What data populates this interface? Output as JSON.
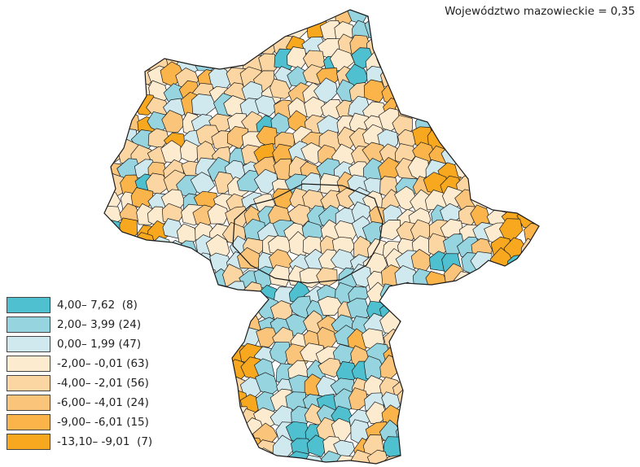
{
  "summary": "Województwo mazowieckie = 0,35",
  "legend": [
    {
      "label": "4,00– 7,62  (8)",
      "color": "#4fc0cf"
    },
    {
      "label": "2,00– 3,99 (24)",
      "color": "#96d4df"
    },
    {
      "label": "0,00– 1,99 (47)",
      "color": "#cfe9ee"
    },
    {
      "label": "-2,00– -0,01 (63)",
      "color": "#fdebd0"
    },
    {
      "label": "-4,00– -2,01 (56)",
      "color": "#fbd6a3"
    },
    {
      "label": "-6,00– -4,01 (24)",
      "color": "#fac57a"
    },
    {
      "label": "-9,00– -6,01 (15)",
      "color": "#fab44a"
    },
    {
      "label": "-13,10– -9,01  (7)",
      "color": "#f8a81e"
    }
  ]
}
